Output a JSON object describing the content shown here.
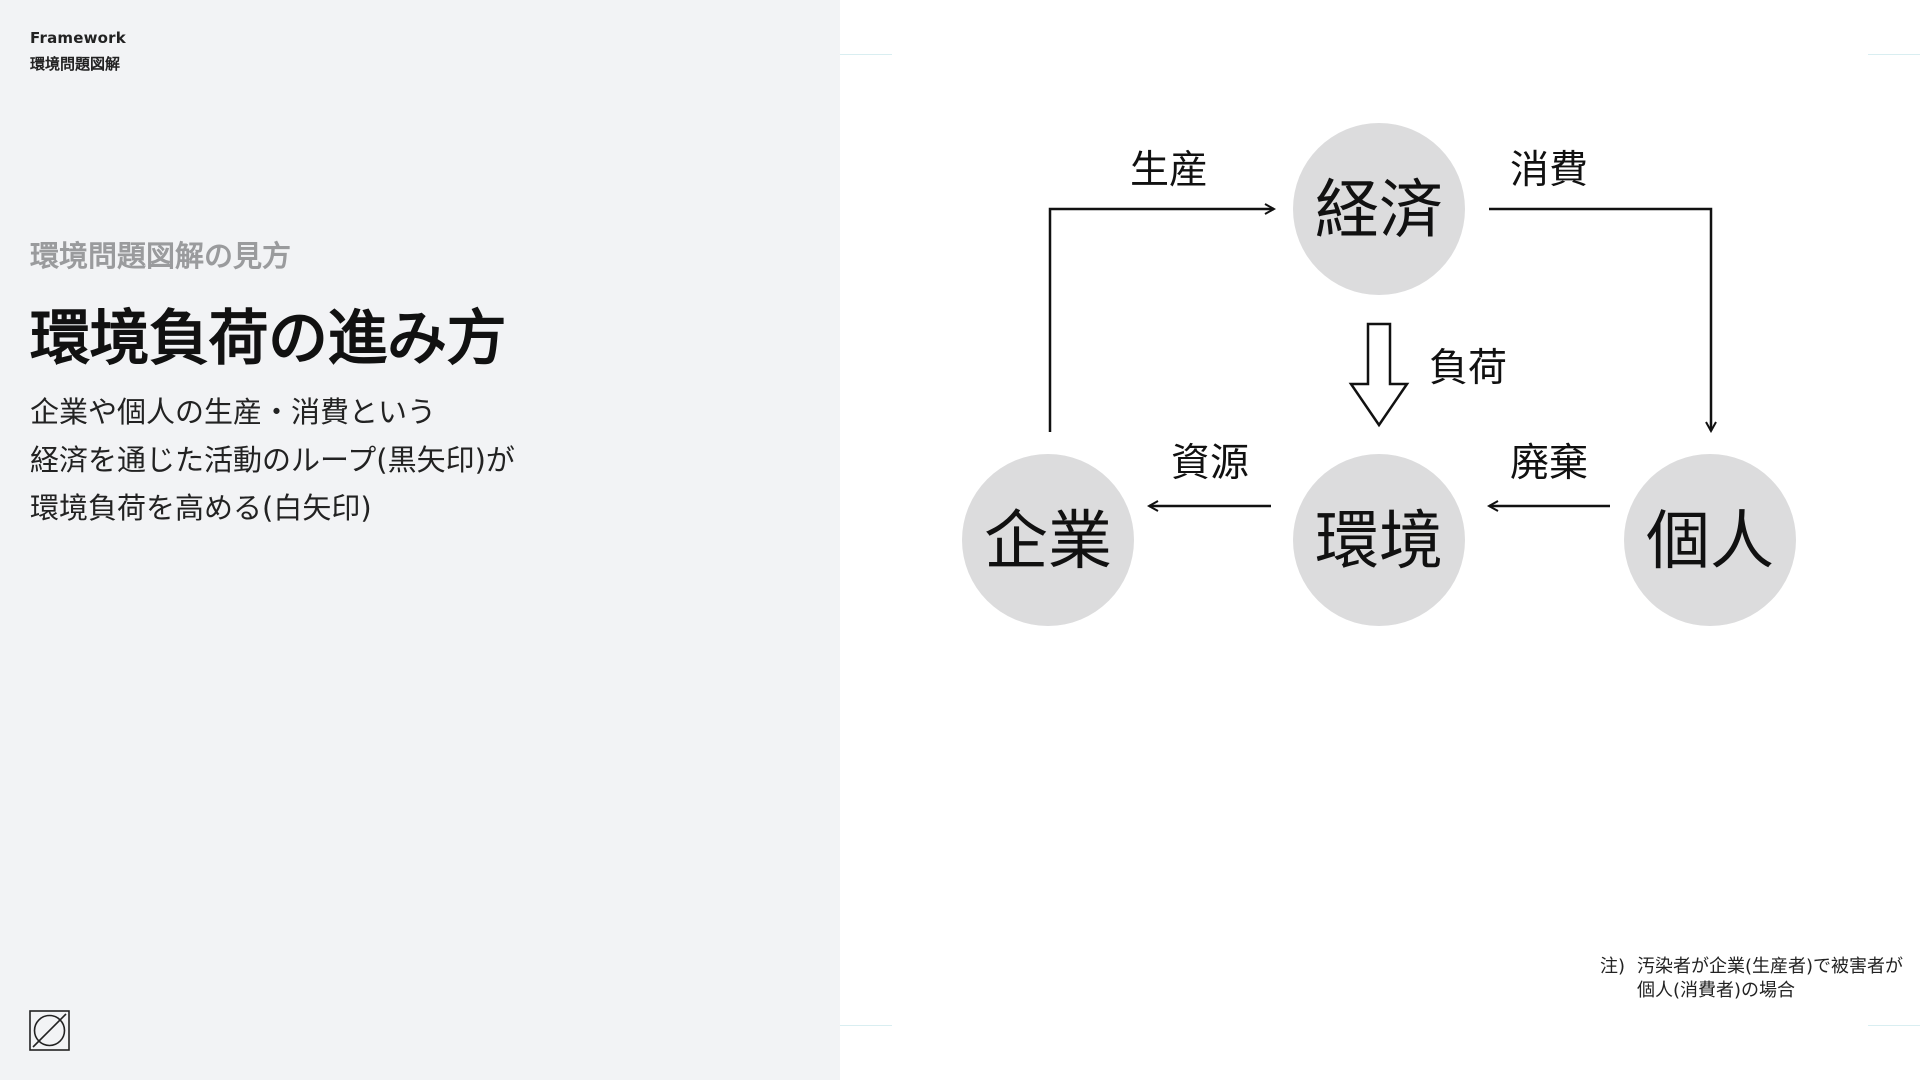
{
  "header": {
    "framework": "Framework",
    "framework_sub": "環境問題図解"
  },
  "main": {
    "subtitle": "環境問題図解の見方",
    "title": "環境負荷の進み方",
    "body_lines": [
      "企業や個人の生産・消費という",
      "経済を通じた活動のループ(黒矢印)が",
      "環境負荷を高める(白矢印)"
    ]
  },
  "diagram": {
    "nodes": {
      "economy": "経済",
      "company": "企業",
      "environment": "環境",
      "individual": "個人"
    },
    "labels": {
      "production": "生産",
      "consumption": "消費",
      "load": "負荷",
      "resources": "資源",
      "waste": "廃棄"
    },
    "node_color": "#dcdcdd"
  },
  "note": {
    "mark": "注)",
    "line1": "汚染者が企業(生産者)で被害者が",
    "line2": "個人(消費者)の場合"
  },
  "icons": {
    "logo": "logo-icon"
  }
}
